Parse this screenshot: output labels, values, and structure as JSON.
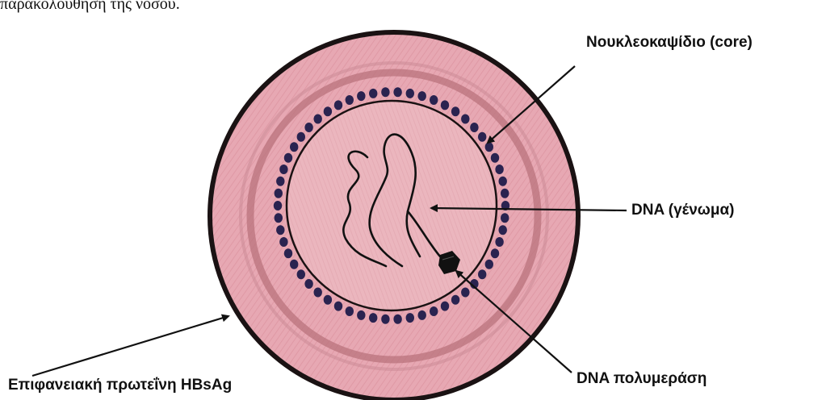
{
  "header_text": "παρακολούθηση της νόσου.",
  "labels": {
    "core": "Νουκλεοκαψίδιο (core)",
    "dna": "DNA (γένωμα)",
    "polymerase": "DNA πολυμεράση",
    "surface": "Επιφανειακή πρωτεΐνη HBsAg"
  },
  "colors": {
    "outer_outline": "#1a1213",
    "envelope_fill": "#e8a9b4",
    "envelope_ring": "#b9737c",
    "inner_fill": "#e9b5bd",
    "capsomer_dots": "#2a2350",
    "dna_strand": "#111111"
  }
}
